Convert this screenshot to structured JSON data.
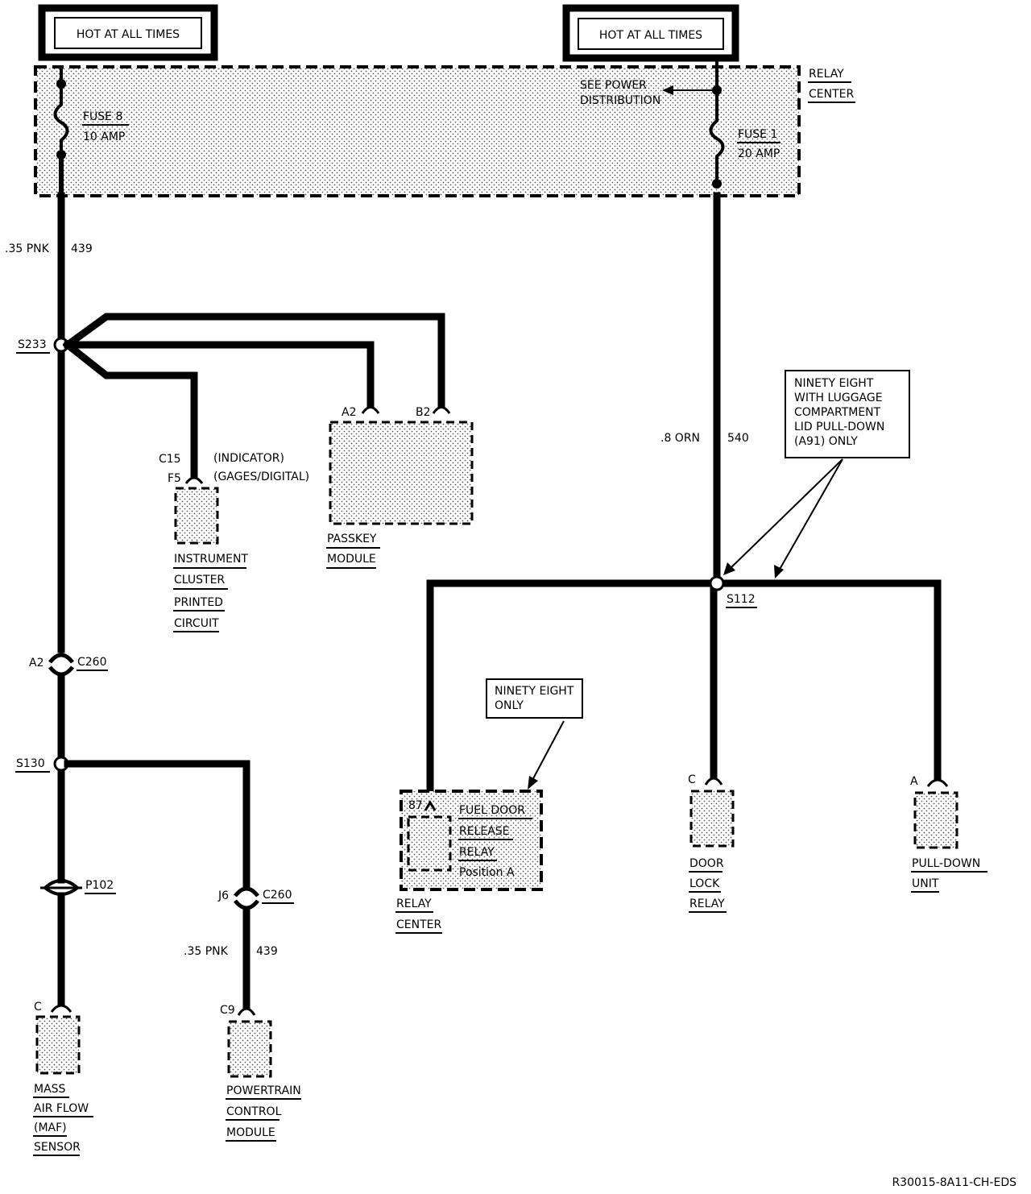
{
  "power_labels": {
    "left": "HOT AT ALL TIMES",
    "right": "HOT AT ALL TIMES"
  },
  "relay_center_top": {
    "line1": "RELAY",
    "line2": "CENTER"
  },
  "see_power": {
    "line1": "SEE POWER",
    "line2": "DISTRIBUTION"
  },
  "fuse8": {
    "name": "FUSE 8",
    "rating": "10 AMP"
  },
  "fuse1": {
    "name": "FUSE 1",
    "rating": "20 AMP"
  },
  "wire_left_top": {
    "gauge": ".35 PNK",
    "circuit": "439"
  },
  "wire_right": {
    "gauge": ".8 ORN",
    "circuit": "540"
  },
  "splices": {
    "s233": "S233",
    "s130": "S130",
    "s112": "S112"
  },
  "instrument_cluster": {
    "connector": "C15",
    "pin": "F5",
    "note1": "(INDICATOR)",
    "note2": "(GAGES/DIGITAL)",
    "label": [
      "INSTRUMENT",
      "CLUSTER",
      "PRINTED",
      "CIRCUIT"
    ]
  },
  "passkey": {
    "pin_a": "A2",
    "pin_b": "B2",
    "label": [
      "PASSKEY",
      "MODULE"
    ]
  },
  "c260_top": {
    "pin": "A2",
    "connector": "C260"
  },
  "p102": "P102",
  "c260_bottom": {
    "pin": "J6",
    "connector": "C260"
  },
  "wire_left_bottom": {
    "gauge": ".35 PNK",
    "circuit": "439"
  },
  "maf": {
    "pin": "C",
    "label": [
      "MASS",
      "AIR FLOW",
      "(MAF)",
      "SENSOR"
    ]
  },
  "pcm": {
    "pin": "C9",
    "label": [
      "POWERTRAIN",
      "CONTROL",
      "MODULE"
    ]
  },
  "note_luggage": [
    "NINETY EIGHT",
    "WITH LUGGAGE",
    "COMPARTMENT",
    "LID PULL-DOWN",
    "(A91) ONLY"
  ],
  "note_ninety": [
    "NINETY EIGHT",
    "ONLY"
  ],
  "fuel_door": {
    "pin": "87",
    "label": [
      "FUEL DOOR",
      "RELEASE",
      "RELAY",
      "Position A"
    ]
  },
  "relay_center_bottom": [
    "RELAY",
    "CENTER"
  ],
  "door_lock": {
    "pin": "C",
    "label": [
      "DOOR",
      "LOCK",
      "RELAY"
    ]
  },
  "pulldown": {
    "pin": "A",
    "label": [
      "PULL-DOWN",
      "UNIT"
    ]
  },
  "figure_id": "R30015-8A11-CH-EDS"
}
